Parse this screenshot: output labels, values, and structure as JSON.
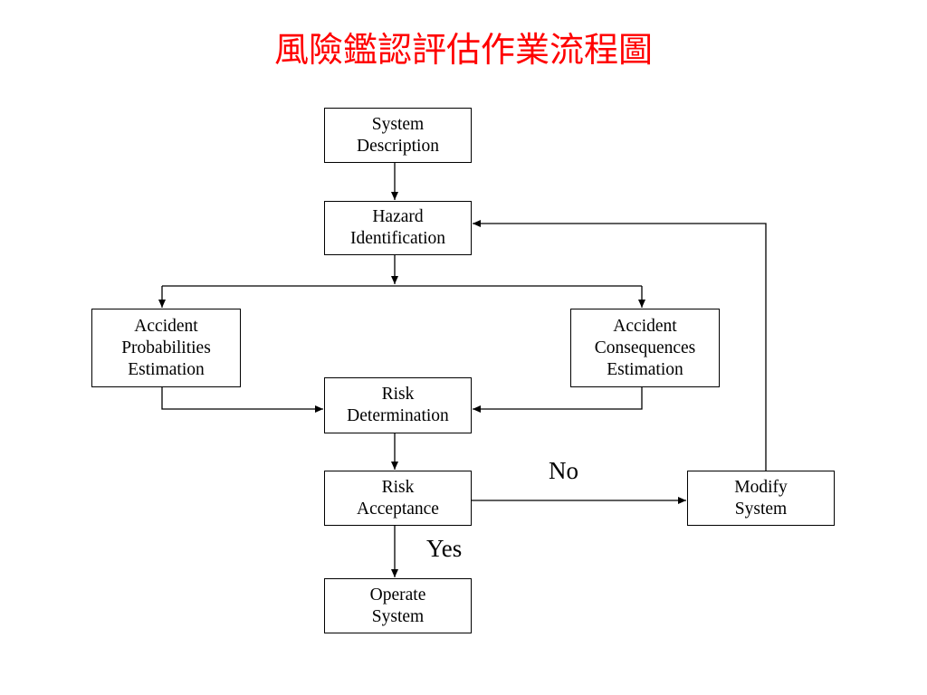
{
  "title": "風險鑑認評估作業流程圖",
  "title_color": "#ff0000",
  "nodes": {
    "system_description": [
      "System",
      "Description"
    ],
    "hazard_identification": [
      "Hazard",
      "Identification"
    ],
    "accident_probabilities": [
      "Accident",
      "Probabilities",
      "Estimation"
    ],
    "accident_consequences": [
      "Accident",
      "Consequences",
      "Estimation"
    ],
    "risk_determination": [
      "Risk",
      "Determination"
    ],
    "risk_acceptance": [
      "Risk",
      "Acceptance"
    ],
    "modify_system": [
      "Modify",
      "System"
    ],
    "operate_system": [
      "Operate",
      "System"
    ]
  },
  "edge_labels": {
    "no": "No",
    "yes": "Yes"
  }
}
